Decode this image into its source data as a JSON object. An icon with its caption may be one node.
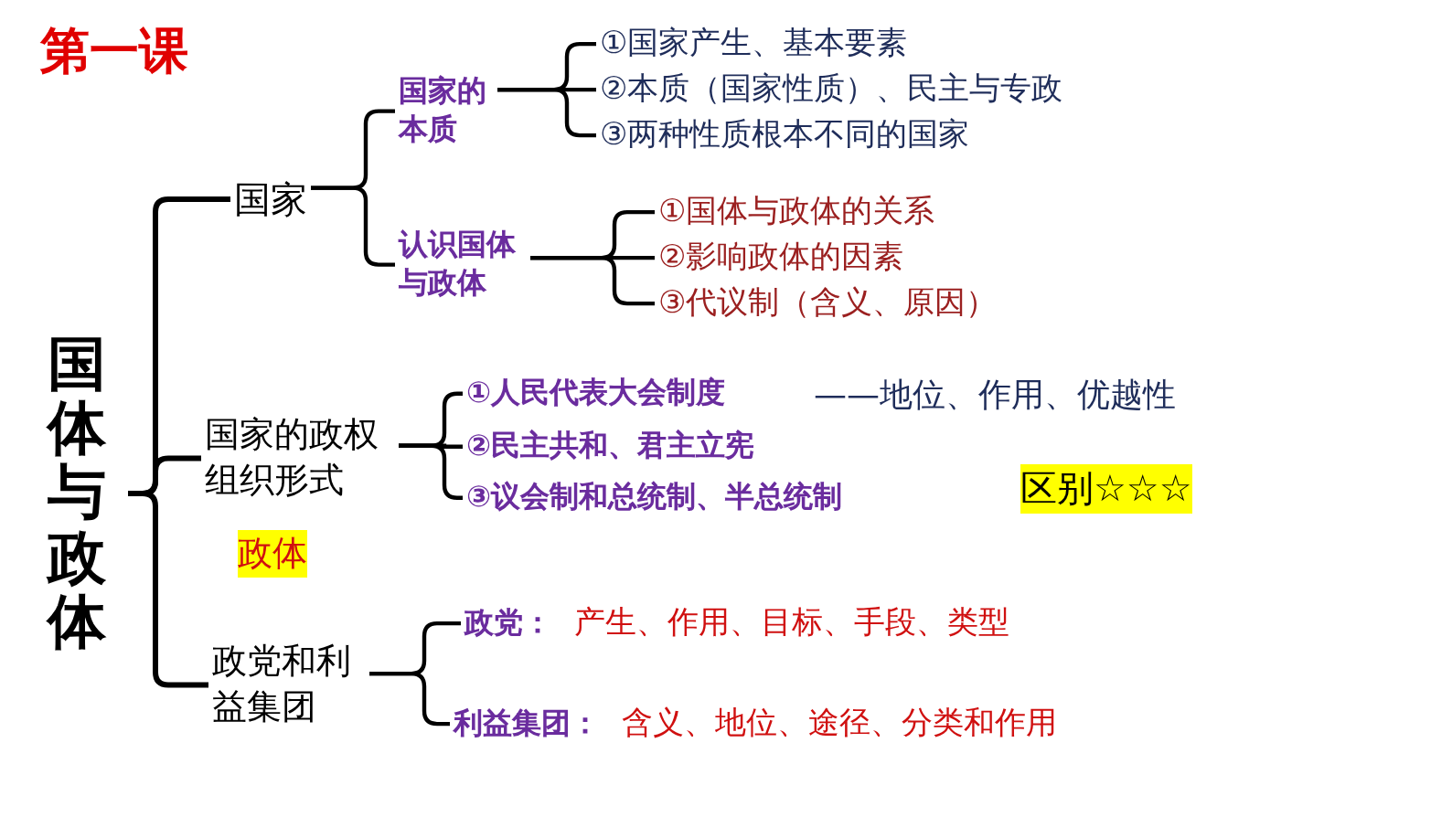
{
  "diagram": {
    "title": "第一课",
    "nodes": [
      {
        "text": [
          "国体与政体"
        ]
      },
      {
        "text": [
          "国家"
        ]
      },
      {
        "text": [
          "国家的本质"
        ]
      },
      {
        "text": [
          "①国家产生、基本要素"
        ]
      },
      {
        "text": [
          "②本质（国家性质）、民主与专政"
        ]
      },
      {
        "text": [
          "③两种性质根本不同的国家"
        ]
      },
      {
        "text": [
          "认识国体与政体"
        ]
      },
      {
        "text": [
          "①国体与政体的关系"
        ]
      },
      {
        "text": [
          "②影响政体的因素"
        ]
      },
      {
        "text": [
          "③代议制（含义、原因）"
        ]
      },
      {
        "text": [
          "国家的政权组织形式"
        ],
        "beside": [
          "政体"
        ]
      },
      {
        "text": [
          "①人民代表大会制度"
        ],
        "beside": [
          "——地位、作用、优越性"
        ]
      },
      {
        "text": [
          "②民主共和、君主立宪"
        ]
      },
      {
        "text": [
          "③议会制和总统制、半总统制"
        ]
      },
      {
        "text": [
          "政党和利益集团"
        ]
      },
      {
        "text": [
          "政党：",
          "产生、作用、目标、手段、类型"
        ]
      },
      {
        "text": [
          "利益集团：",
          "含义、地位、途径、分类和作用"
        ]
      }
    ],
    "edges": [
      {
        "from": 0,
        "to": 1,
        "arrow": "none"
      },
      {
        "from": 0,
        "to": 10,
        "arrow": "none"
      },
      {
        "from": 0,
        "to": 14,
        "arrow": "none"
      },
      {
        "from": 1,
        "to": 2,
        "arrow": "none"
      },
      {
        "from": 1,
        "to": 6,
        "arrow": "none"
      },
      {
        "from": 2,
        "to": 3,
        "arrow": "none"
      },
      {
        "from": 2,
        "to": 4,
        "arrow": "none"
      },
      {
        "from": 2,
        "to": 5,
        "arrow": "none"
      },
      {
        "from": 6,
        "to": 7,
        "arrow": "none"
      },
      {
        "from": 6,
        "to": 8,
        "arrow": "none"
      },
      {
        "from": 6,
        "to": 9,
        "arrow": "none"
      },
      {
        "from": 10,
        "to": 11,
        "arrow": "none"
      },
      {
        "from": 10,
        "to": 12,
        "arrow": "none"
      },
      {
        "from": 10,
        "to": 13,
        "arrow": "none"
      },
      {
        "from": 14,
        "to": 15,
        "arrow": "none"
      },
      {
        "from": 14,
        "to": 16,
        "arrow": "none"
      }
    ],
    "labels": [
      "区别☆☆☆"
    ]
  }
}
